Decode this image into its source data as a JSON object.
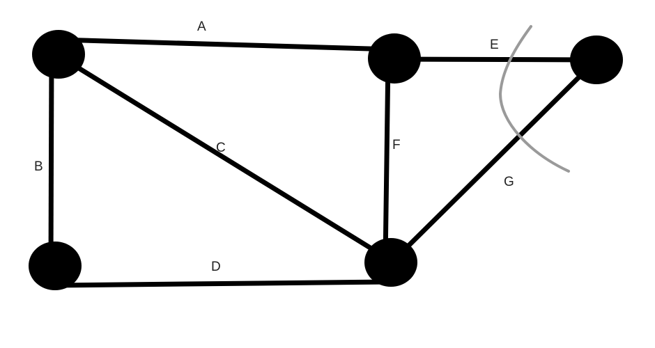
{
  "diagram": {
    "nodes": [
      {
        "id": "n1"
      },
      {
        "id": "n2"
      },
      {
        "id": "n3"
      },
      {
        "id": "n4"
      },
      {
        "id": "n5"
      },
      {
        "id": "n6"
      }
    ],
    "edges": [
      {
        "label": "A",
        "from": "n1",
        "to": "n2"
      },
      {
        "label": "B",
        "from": "n1",
        "to": "n3"
      },
      {
        "label": "C",
        "from": "n1",
        "to": "n4"
      },
      {
        "label": "D",
        "from": "n3",
        "to": "n4"
      },
      {
        "label": "E",
        "from": "n2",
        "to": "n5"
      },
      {
        "label": "F",
        "from": "n2",
        "to": "n4"
      },
      {
        "label": "G",
        "from": "n4",
        "to": "n5"
      }
    ],
    "cut_line_color": "#9a9a9a",
    "edge_color": "#000000",
    "node_color": "#000000"
  }
}
